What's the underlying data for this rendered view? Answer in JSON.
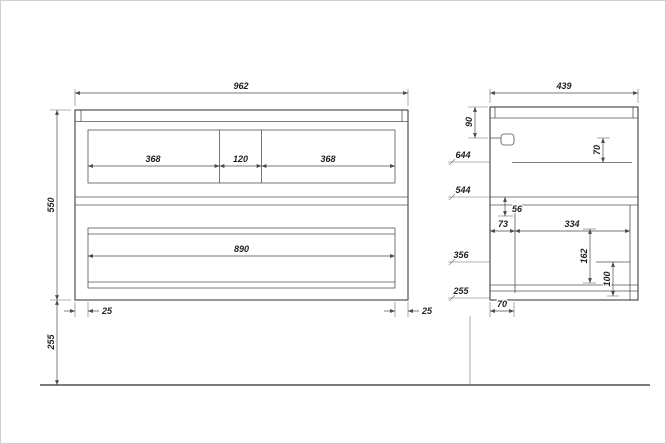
{
  "drawing": {
    "colors": {
      "line": "#4a4a4a",
      "text": "#1f1f1f",
      "background": "#ffffff"
    }
  },
  "front_view": {
    "dims": {
      "overall_width": "962",
      "cabinet_height": "550",
      "floor_clearance": "255",
      "top_drawer_left": "368",
      "top_drawer_gap": "120",
      "top_drawer_right": "368",
      "bottom_drawer_width": "890",
      "bottom_margin_left": "25",
      "bottom_margin_right": "25"
    }
  },
  "side_view": {
    "dims": {
      "overall_depth": "439",
      "apron_height": "90",
      "level_644": "644",
      "level_544": "544",
      "level_356": "356",
      "level_255": "255",
      "top_clearance_70": "70",
      "gap_56": "56",
      "front_inset_73": "73",
      "inner_depth_334": "334",
      "height_162": "162",
      "height_100": "100",
      "bottom_inset_70": "70"
    }
  }
}
